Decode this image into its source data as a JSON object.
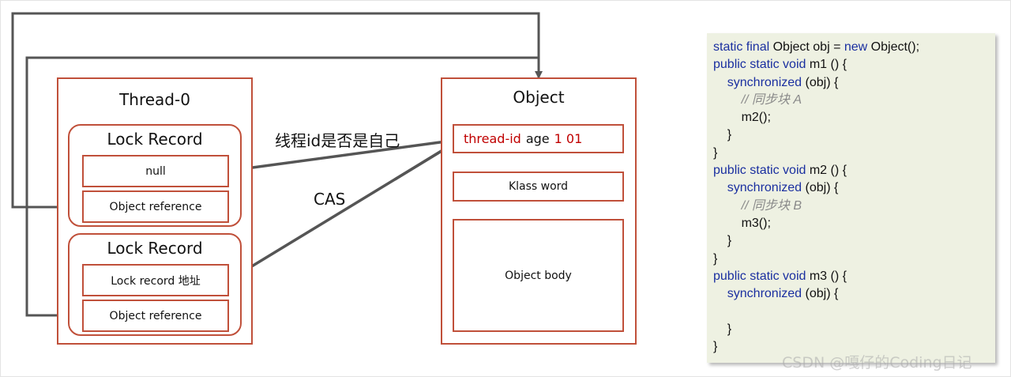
{
  "diagram": {
    "thread_title": "Thread-0",
    "lock_records": [
      {
        "title": "Lock Record",
        "first_field": "null",
        "second_field": "Object reference"
      },
      {
        "title": "Lock Record",
        "first_field": "Lock record 地址",
        "second_field": "Object reference"
      }
    ],
    "object": {
      "title": "Object",
      "header": {
        "thread_id": "thread-id",
        "age_label": "age",
        "bits": "1 01"
      },
      "klass_word": "Klass word",
      "body": "Object body"
    },
    "arrow_labels": {
      "check_owner": "线程id是否是自己",
      "cas": "CAS"
    }
  },
  "code": {
    "lines": [
      [
        {
          "t": "static final ",
          "k": "kw"
        },
        {
          "t": "Object obj = "
        },
        {
          "t": "new",
          "k": "kw"
        },
        {
          "t": " Object();"
        }
      ],
      [
        {
          "t": "public static void ",
          "k": "kw"
        },
        {
          "t": "m1 () {"
        }
      ],
      [
        {
          "t": "    "
        },
        {
          "t": "synchronized",
          "k": "kw"
        },
        {
          "t": " (obj) {"
        }
      ],
      [
        {
          "t": "        "
        },
        {
          "t": "// 同步块 A",
          "k": "cm"
        }
      ],
      [
        {
          "t": "        m2();"
        }
      ],
      [
        {
          "t": "    }"
        }
      ],
      [
        {
          "t": "}"
        }
      ],
      [
        {
          "t": "public static void ",
          "k": "kw"
        },
        {
          "t": "m2 () {"
        }
      ],
      [
        {
          "t": "    "
        },
        {
          "t": "synchronized",
          "k": "kw"
        },
        {
          "t": " (obj) {"
        }
      ],
      [
        {
          "t": "        "
        },
        {
          "t": "// 同步块 B",
          "k": "cm"
        }
      ],
      [
        {
          "t": "        m3();"
        }
      ],
      [
        {
          "t": "    }"
        }
      ],
      [
        {
          "t": "}"
        }
      ],
      [
        {
          "t": "public static void ",
          "k": "kw"
        },
        {
          "t": "m3 () {"
        }
      ],
      [
        {
          "t": "    "
        },
        {
          "t": "synchronized",
          "k": "kw"
        },
        {
          "t": " (obj) {"
        }
      ],
      [
        {
          "t": ""
        }
      ],
      [
        {
          "t": "    }"
        }
      ],
      [
        {
          "t": "}"
        }
      ]
    ]
  },
  "watermark": "CSDN @嘎仔的Coding日记",
  "colors": {
    "box_border": "#c0503a",
    "keyword": "#1a2fa0",
    "header_red": "#c00000",
    "code_bg": "#eef1e2",
    "arrow": "#555555"
  }
}
